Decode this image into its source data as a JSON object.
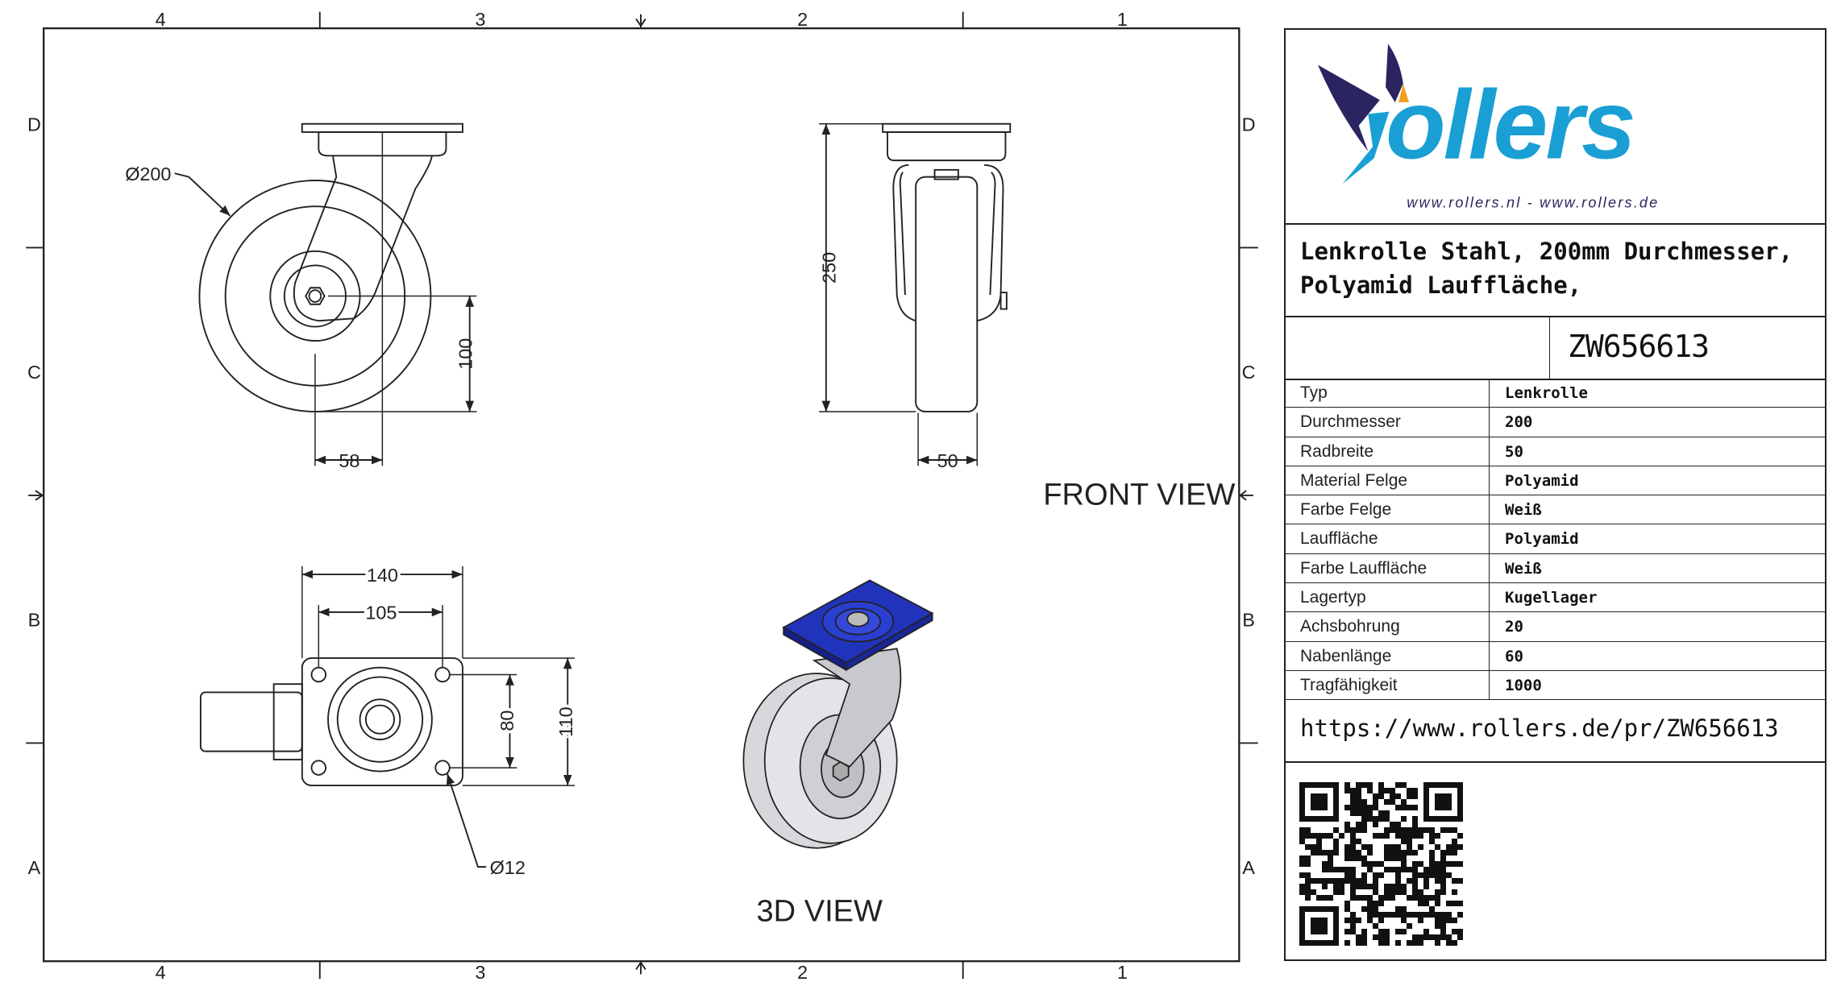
{
  "frame": {
    "zones_top": [
      "4",
      "3",
      "2",
      "1"
    ],
    "zones_bottom": [
      "4",
      "3",
      "2",
      "1"
    ],
    "zones_left": [
      "D",
      "C",
      "B",
      "A"
    ],
    "zones_right": [
      "D",
      "C",
      "B",
      "A"
    ]
  },
  "views": {
    "side": {
      "dia_label": "Ø200",
      "offset_label": "58",
      "axle_height_label": "100"
    },
    "front": {
      "height_label": "250",
      "width_label": "50",
      "title": "FRONT VIEW"
    },
    "top": {
      "plate_w_label": "140",
      "hole_w_label": "105",
      "hole_h_label": "80",
      "plate_h_label": "110",
      "hole_dia_label": "Ø12"
    },
    "iso": {
      "title": "3D VIEW"
    }
  },
  "title_block": {
    "logo": {
      "word": "rollers",
      "urls": "www.rollers.nl   -   www.rollers.de",
      "color_primary": "#1a9fd4",
      "color_dark": "#2a2560",
      "color_accent": "#f0a020"
    },
    "description_line1": "Lenkrolle Stahl, 200mm Durchmesser,",
    "description_line2": "Polyamid Lauffläche,",
    "part_number": "ZW656613",
    "specs": [
      {
        "key": "Typ",
        "value": "Lenkrolle"
      },
      {
        "key": "Durchmesser",
        "value": "200"
      },
      {
        "key": "Radbreite",
        "value": "50"
      },
      {
        "key": "Material Felge",
        "value": "Polyamid"
      },
      {
        "key": "Farbe Felge",
        "value": "Weiß"
      },
      {
        "key": "Lauffläche",
        "value": "Polyamid"
      },
      {
        "key": "Farbe Lauffläche",
        "value": "Weiß"
      },
      {
        "key": "Lagertyp",
        "value": "Kugellager"
      },
      {
        "key": "Achsbohrung",
        "value": "20"
      },
      {
        "key": "Nabenlänge",
        "value": "60"
      },
      {
        "key": "Tragfähigkeit",
        "value": "1000"
      }
    ],
    "url": "https://www.rollers.de/pr/ZW656613"
  }
}
